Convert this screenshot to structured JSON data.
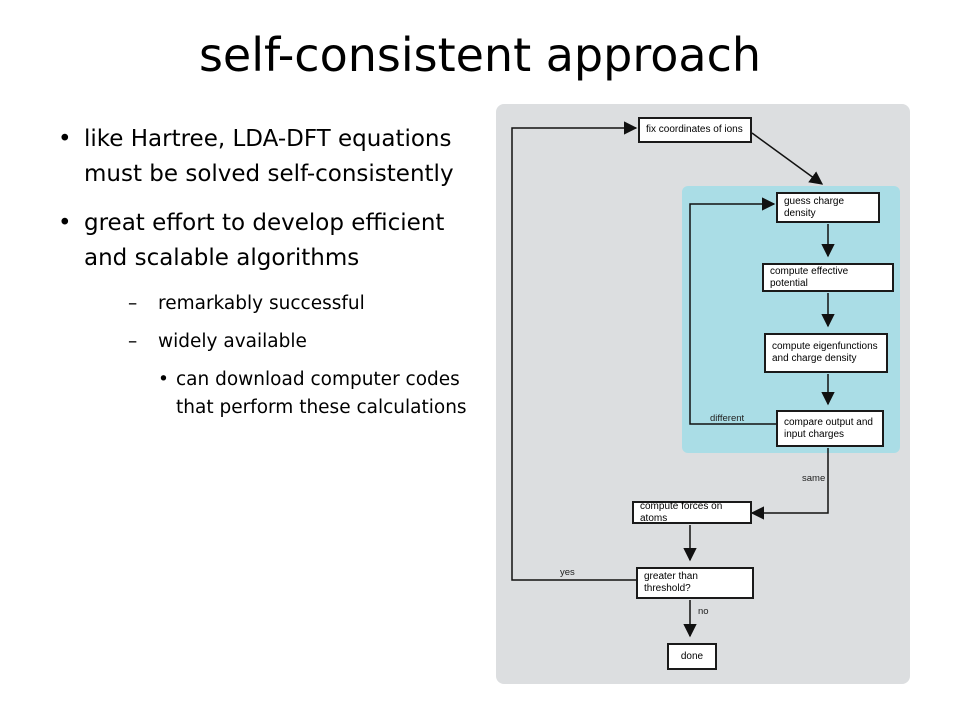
{
  "slide": {
    "title": "self-consistent approach"
  },
  "bullets": {
    "b1": "like Hartree, LDA-DFT equations must be solved self-consistently",
    "b2": "great effort to develop efficient and scalable algorithms",
    "b2_sub1": "remarkably successful",
    "b2_sub2": "widely available",
    "b2_sub2_sub1": "can download computer codes that perform these calculations"
  },
  "flowchart": {
    "fix_coords": "fix coordinates of ions",
    "guess_density": "guess charge density",
    "compute_potential": "compute effective potential",
    "compute_eigen": "compute eigenfunctions and charge density",
    "compare_output": "compare output and input charges",
    "compute_forces": "compute forces on atoms",
    "threshold": "greater than threshold?",
    "done": "done",
    "label_different": "different",
    "label_same": "same",
    "label_yes": "yes",
    "label_no": "no"
  }
}
